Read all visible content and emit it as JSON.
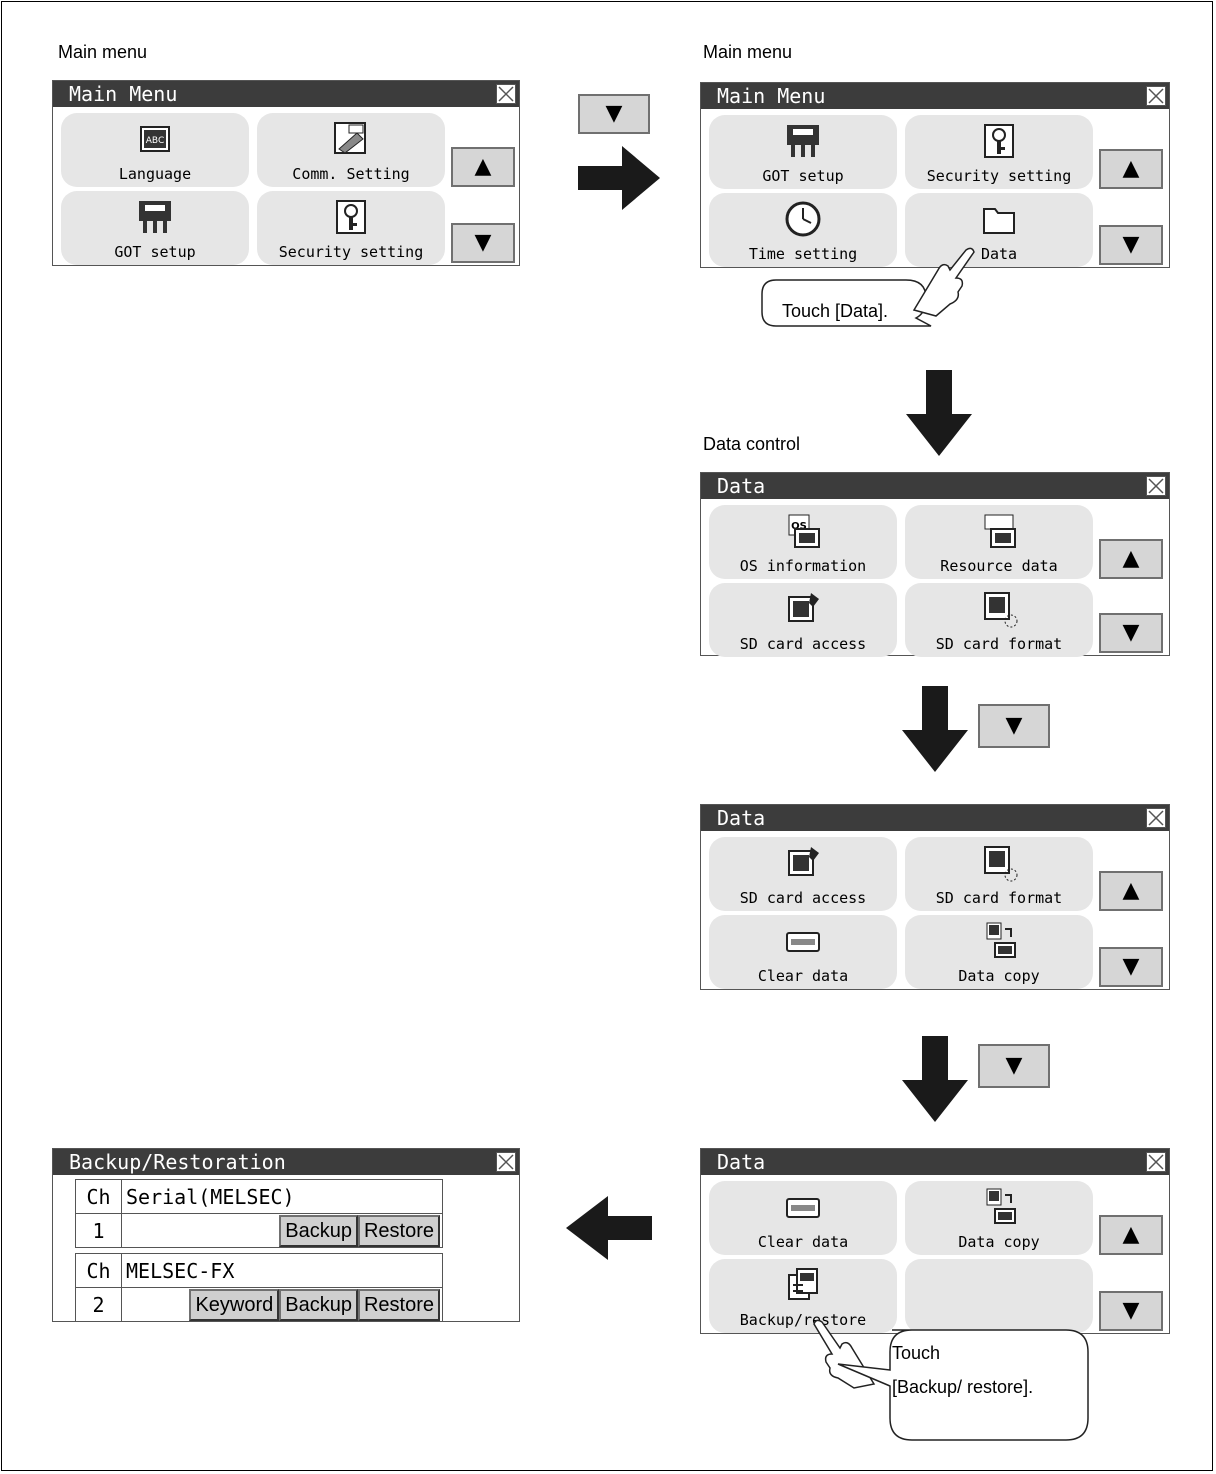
{
  "captions": {
    "main1": "Main menu",
    "main2": "Main menu",
    "data_control": "Data control"
  },
  "panel1": {
    "title": "Main Menu",
    "items": [
      "Language",
      "Comm. Setting",
      "GOT setup",
      "Security setting"
    ]
  },
  "panel2": {
    "title": "Main Menu",
    "items": [
      "GOT setup",
      "Security setting",
      "Time setting",
      "Data"
    ]
  },
  "panel3": {
    "title": "Data",
    "items": [
      "OS information",
      "Resource data",
      "SD card access",
      "SD card format"
    ]
  },
  "panel4": {
    "title": "Data",
    "items": [
      "SD card access",
      "SD card format",
      "Clear data",
      "Data copy"
    ]
  },
  "panel5": {
    "title": "Data",
    "items": [
      "Clear data",
      "Data copy",
      "Backup/restore",
      ""
    ]
  },
  "backup_panel": {
    "title": "Backup/Restoration",
    "rows": [
      {
        "ch_label": "Ch",
        "name": "Serial(MELSEC)",
        "ch": "1",
        "buttons": [
          "Backup",
          "Restore"
        ]
      },
      {
        "ch_label": "Ch",
        "name": "MELSEC-FX",
        "ch": "2",
        "buttons": [
          "Keyword",
          "Backup",
          "Restore"
        ]
      }
    ]
  },
  "balloons": {
    "touch_data": "Touch [Data].",
    "touch_backup_line1": "Touch",
    "touch_backup_line2": "[Backup/ restore]."
  },
  "glyphs": {
    "up": "▲",
    "down": "▼"
  },
  "icons": {
    "language": "language-icon",
    "comm": "comm-setting-icon",
    "got": "got-setup-icon",
    "security": "key-icon",
    "time": "clock-icon",
    "data": "folder-icon",
    "os": "os-information-icon",
    "resource": "resource-data-icon",
    "sdaccess": "sd-card-access-icon",
    "sdformat": "sd-card-format-icon",
    "clear": "clear-data-icon",
    "copy": "data-copy-icon",
    "backup": "backup-restore-icon"
  }
}
